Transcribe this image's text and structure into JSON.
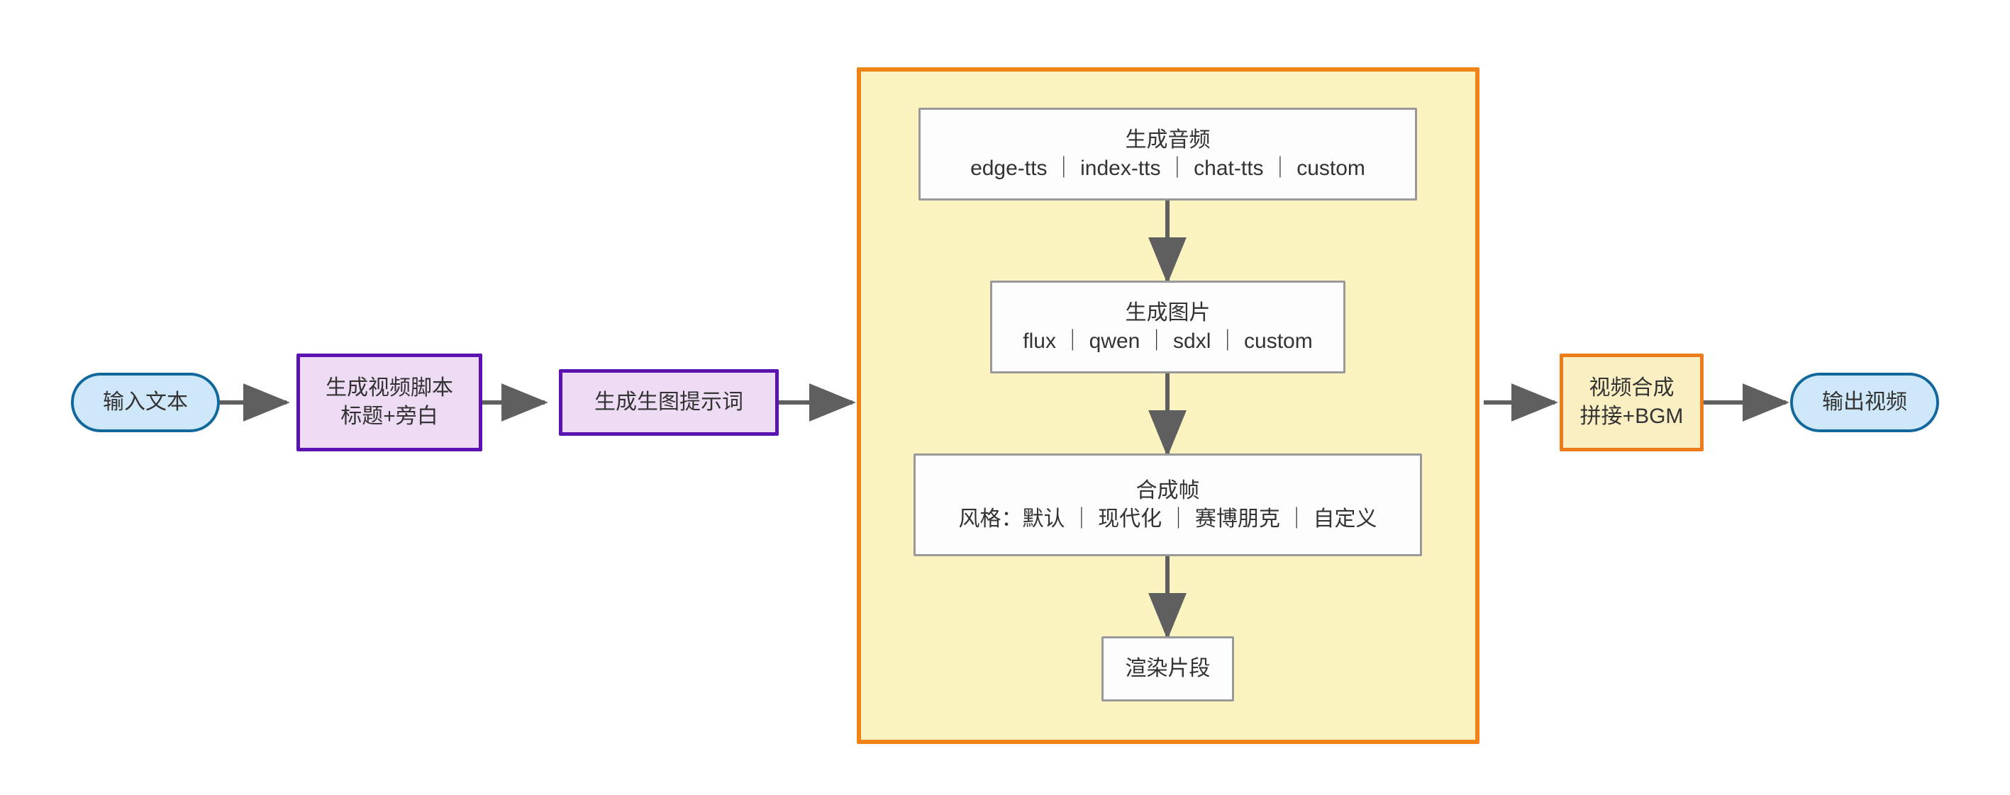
{
  "diagram": {
    "type": "flowchart",
    "direction": "left-to-right",
    "title": "",
    "colors": {
      "terminal_fill": "#cfe8f9",
      "terminal_stroke": "#11689c",
      "process_fill": "#eedcf5",
      "process_stroke": "#5b12b0",
      "highlight_fill": "#faeec3",
      "highlight_stroke": "#ef7c1b",
      "plain_fill": "#fdfdfd",
      "plain_stroke": "#999999",
      "subgraph_fill": "#fbf3c0",
      "subgraph_stroke": "#f08318",
      "edge_stroke": "#5f5f5f",
      "text": "#333333"
    }
  },
  "nodes": {
    "input_text": {
      "label": "输入文本",
      "shape": "stadium"
    },
    "gen_script": {
      "line1": "生成视频脚本",
      "line2": "标题+旁白",
      "shape": "rect"
    },
    "gen_prompt": {
      "label": "生成生图提示词",
      "shape": "rect"
    },
    "gen_audio": {
      "line1": "生成音频",
      "line2": "edge-tts ｜ index-tts ｜ chat-tts ｜ custom",
      "shape": "rect"
    },
    "gen_image": {
      "line1": "生成图片",
      "line2": "flux ｜ qwen ｜ sdxl ｜ custom",
      "shape": "rect"
    },
    "compose_frame": {
      "line1": "合成帧",
      "line2": "风格：默认 ｜ 现代化 ｜ 赛博朋克 ｜ 自定义",
      "shape": "rect"
    },
    "render_clip": {
      "label": "渲染片段",
      "shape": "rect"
    },
    "video_merge": {
      "line1": "视频合成",
      "line2": "拼接+BGM",
      "shape": "rect"
    },
    "output_video": {
      "label": "输出视频",
      "shape": "stadium"
    }
  },
  "subgraph": {
    "label": "",
    "contains": [
      "gen_audio",
      "gen_image",
      "compose_frame",
      "render_clip"
    ]
  },
  "edges": [
    {
      "from": "input_text",
      "to": "gen_script",
      "label": "",
      "direction": "right"
    },
    {
      "from": "gen_script",
      "to": "gen_prompt",
      "label": "",
      "direction": "right"
    },
    {
      "from": "gen_prompt",
      "to": "subgraph",
      "label": "",
      "direction": "right"
    },
    {
      "from": "gen_audio",
      "to": "gen_image",
      "label": "",
      "direction": "down"
    },
    {
      "from": "gen_image",
      "to": "compose_frame",
      "label": "",
      "direction": "down"
    },
    {
      "from": "compose_frame",
      "to": "render_clip",
      "label": "",
      "direction": "down"
    },
    {
      "from": "subgraph",
      "to": "video_merge",
      "label": "",
      "direction": "right"
    },
    {
      "from": "video_merge",
      "to": "output_video",
      "label": "",
      "direction": "right"
    }
  ]
}
